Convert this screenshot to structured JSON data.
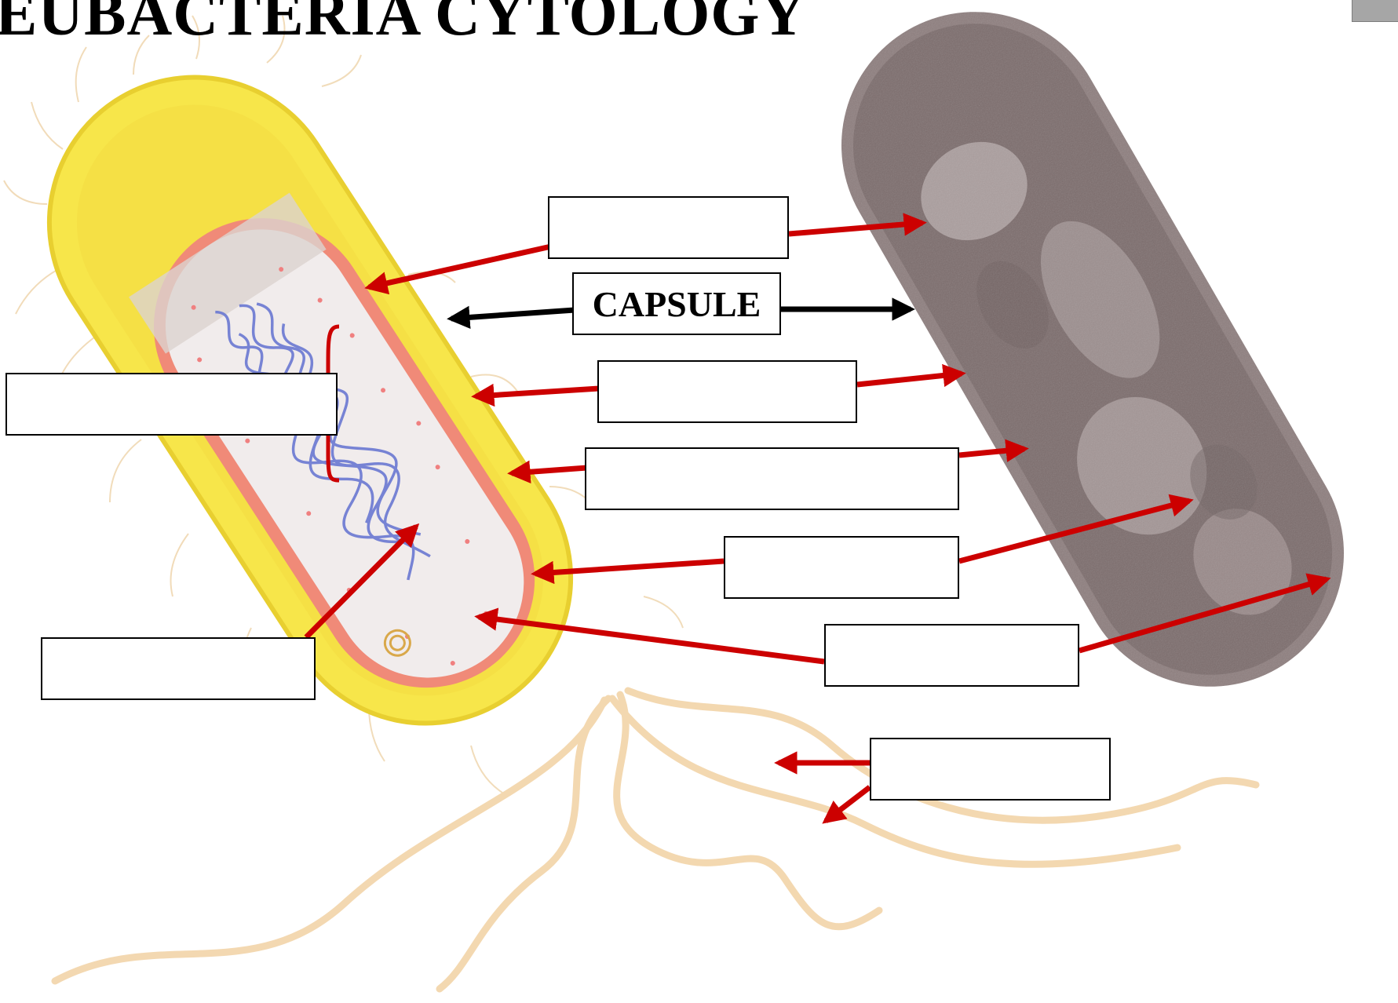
{
  "title": "EUBACTERIA CYTOLOGY",
  "labels": {
    "capsule": "CAPSULE",
    "blank_top": "",
    "blank_wall": "",
    "blank_membrane": "",
    "blank_nucleoid": "",
    "blank_mesosome": "",
    "blank_flagella": "",
    "blank_left_upper": "",
    "blank_left_lower": ""
  },
  "colors": {
    "arrow_red": "#cc0000",
    "arrow_black": "#000000",
    "capsule_yellow": "#f7e64a",
    "cell_wall_pink": "#f08a78",
    "cytoplasm": "#f1ecec",
    "dna_blue": "#6a78d2",
    "micrograph_gray": "#7a6a6a",
    "flagella_tan": "#f2d4a8"
  },
  "icons": {
    "bacterium": "bacterium-illustration",
    "micrograph": "electron-micrograph-image"
  }
}
